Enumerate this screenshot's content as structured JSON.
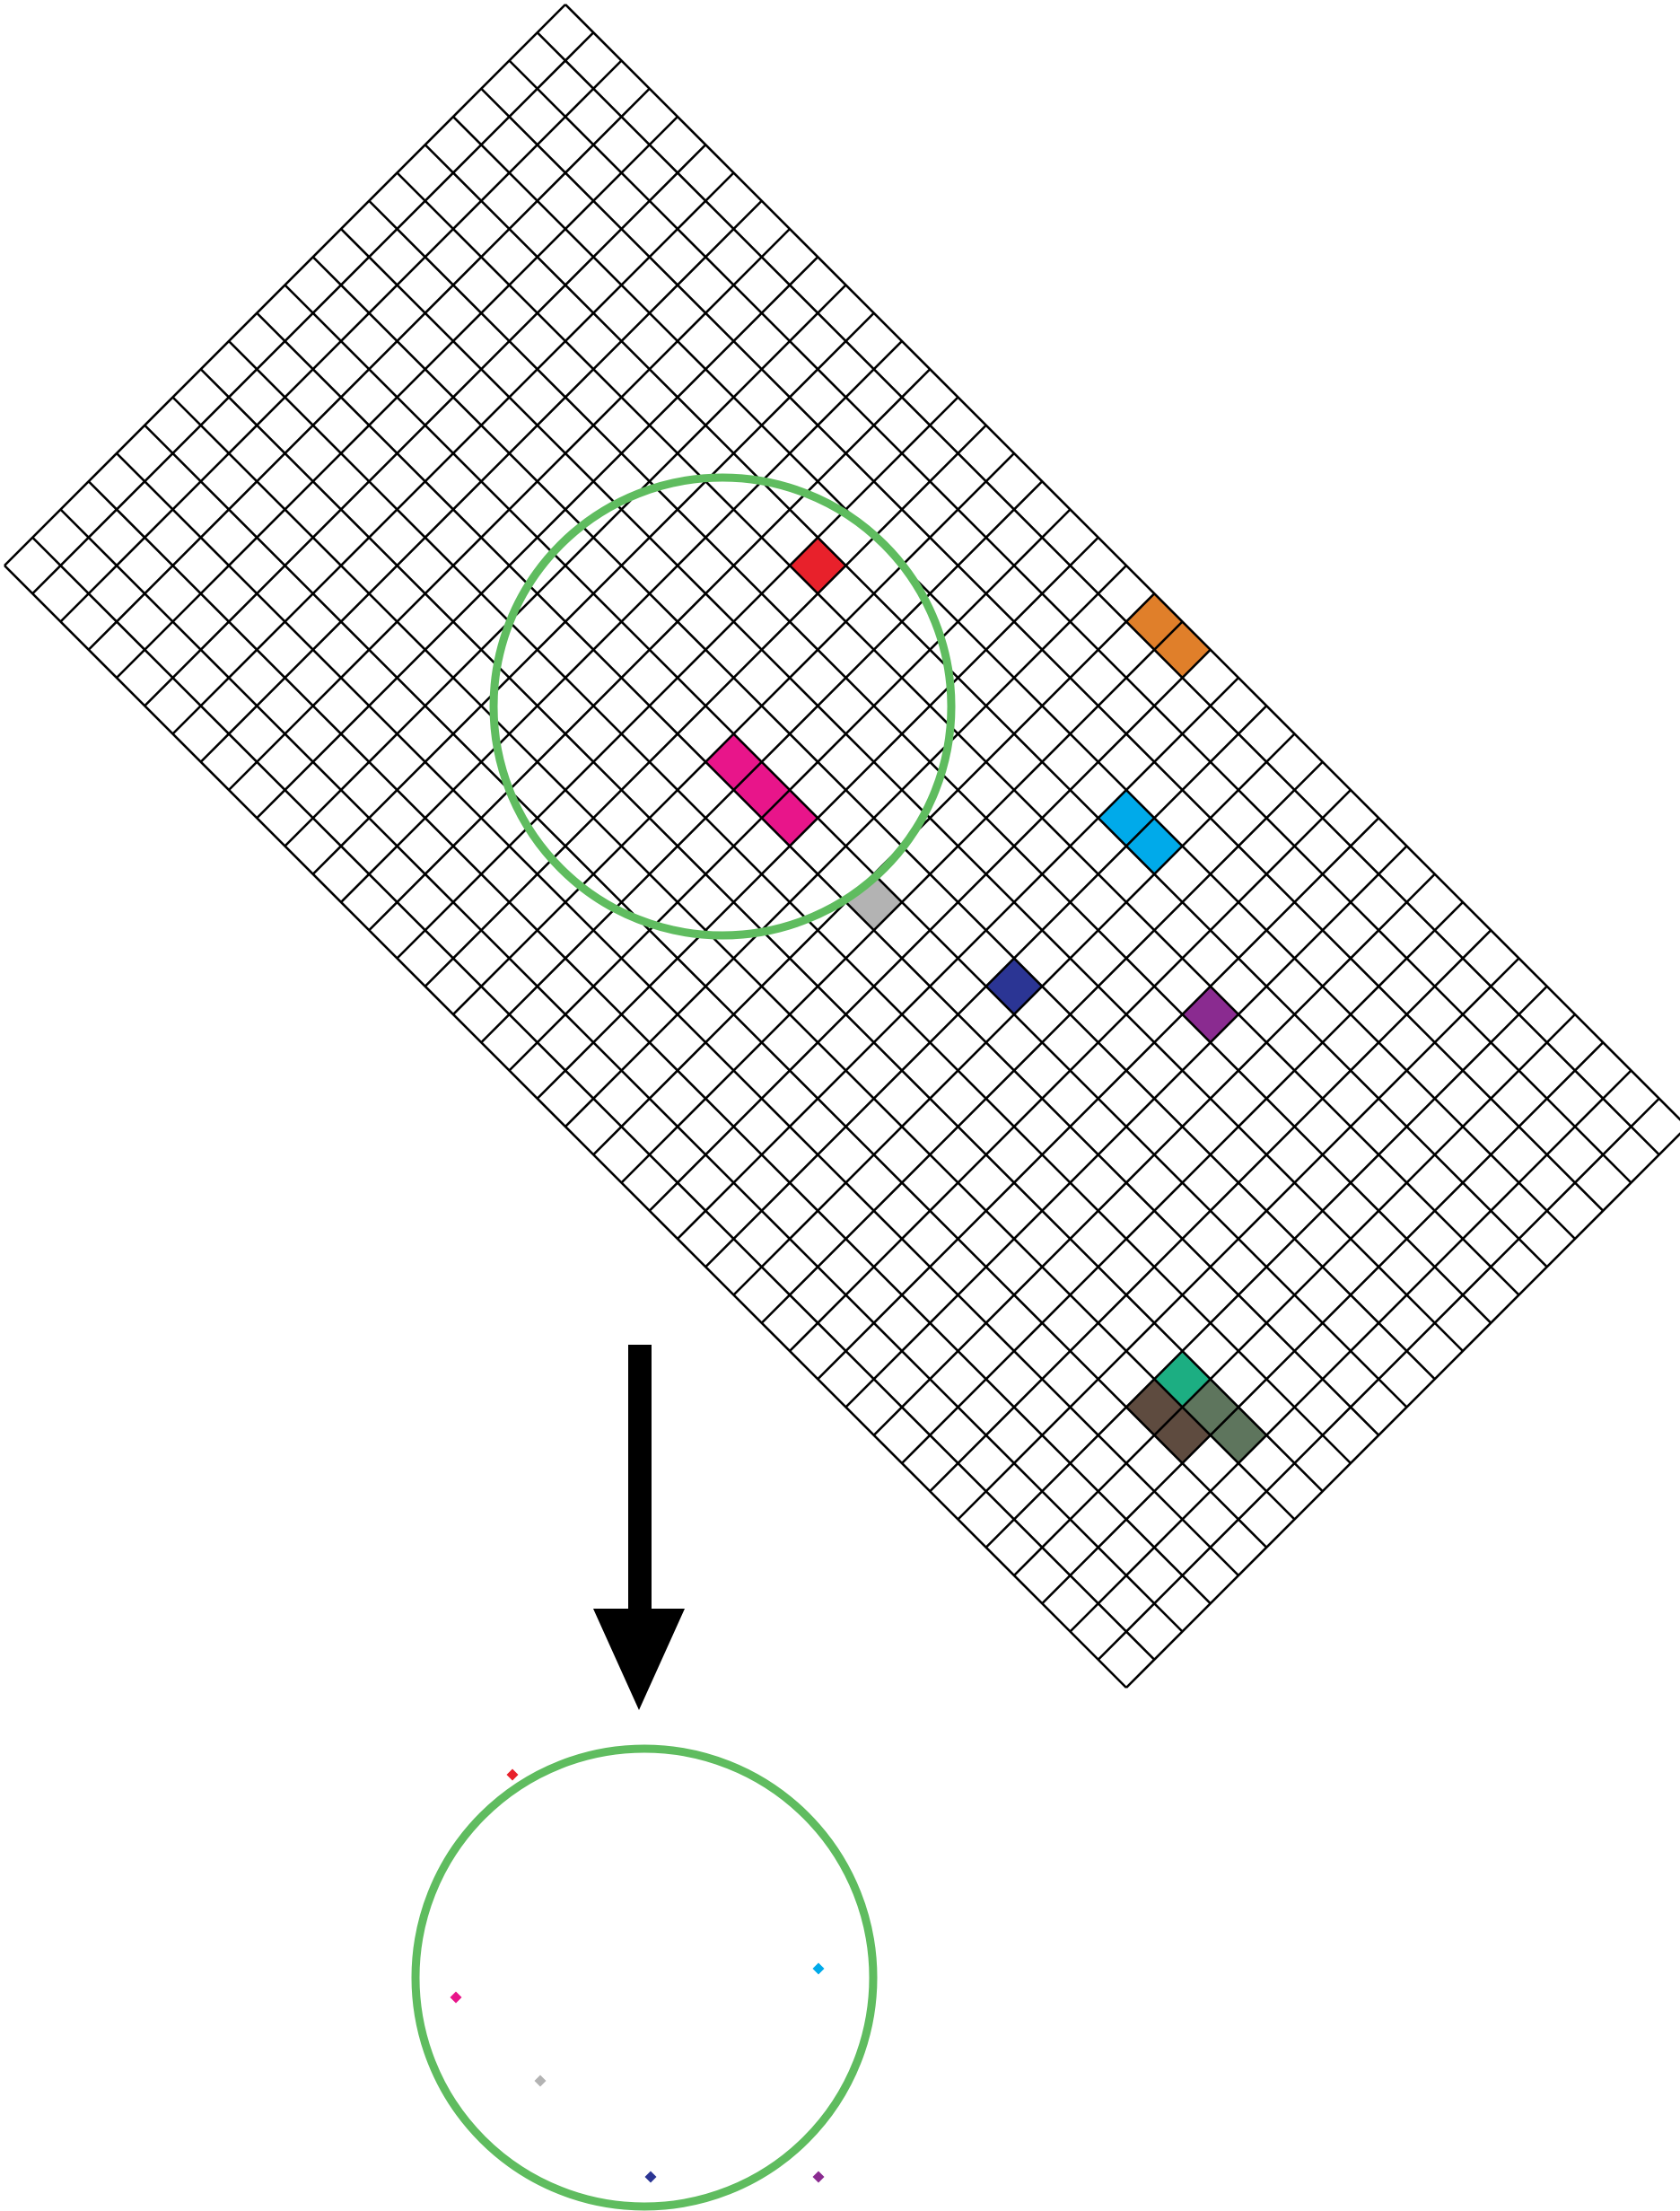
{
  "diagram": {
    "grid": {
      "rows": 20,
      "cols": 40,
      "line_color": "#000000",
      "fill_color": "#ffffff"
    },
    "highlighted_cells": [
      {
        "name": "orange",
        "color": "#e07f2a",
        "cells": [
          [
            0,
            21
          ],
          [
            0,
            22
          ]
        ]
      },
      {
        "name": "red",
        "color": "#e8212b",
        "cells": [
          [
            5,
            14
          ]
        ]
      },
      {
        "name": "magenta",
        "color": "#e8158a",
        "cells": [
          [
            10,
            16
          ],
          [
            10,
            17
          ],
          [
            10,
            18
          ]
        ]
      },
      {
        "name": "cyan",
        "color": "#00aaea",
        "cells": [
          [
            4,
            24
          ],
          [
            4,
            25
          ]
        ]
      },
      {
        "name": "gray",
        "color": "#b3b3b3",
        "cells": [
          [
            10,
            21
          ]
        ]
      },
      {
        "name": "navy",
        "color": "#2b3594",
        "cells": [
          [
            9,
            25
          ]
        ]
      },
      {
        "name": "purple",
        "color": "#8a2b90",
        "cells": [
          [
            6,
            29
          ]
        ]
      },
      {
        "name": "teal",
        "color": "#1cae82",
        "cells": [
          [
            13,
            35
          ]
        ]
      },
      {
        "name": "dark-brown",
        "color": "#5e4b3f",
        "cells": [
          [
            14,
            35
          ],
          [
            14,
            36
          ]
        ]
      },
      {
        "name": "gray-green",
        "color": "#5e755d",
        "cells": [
          [
            13,
            36
          ],
          [
            13,
            37
          ]
        ]
      }
    ],
    "region_circle": {
      "color": "#5fbc5f"
    },
    "arrow": {
      "color": "#000000"
    },
    "result_circle": {
      "color": "#5fbc5f",
      "markers": [
        {
          "name": "red",
          "color": "#e8212b"
        },
        {
          "name": "cyan",
          "color": "#00aaea"
        },
        {
          "name": "magenta",
          "color": "#e8158a"
        },
        {
          "name": "gray",
          "color": "#b3b3b3"
        },
        {
          "name": "navy",
          "color": "#2b3594"
        },
        {
          "name": "purple",
          "color": "#8a2b90"
        }
      ]
    }
  }
}
